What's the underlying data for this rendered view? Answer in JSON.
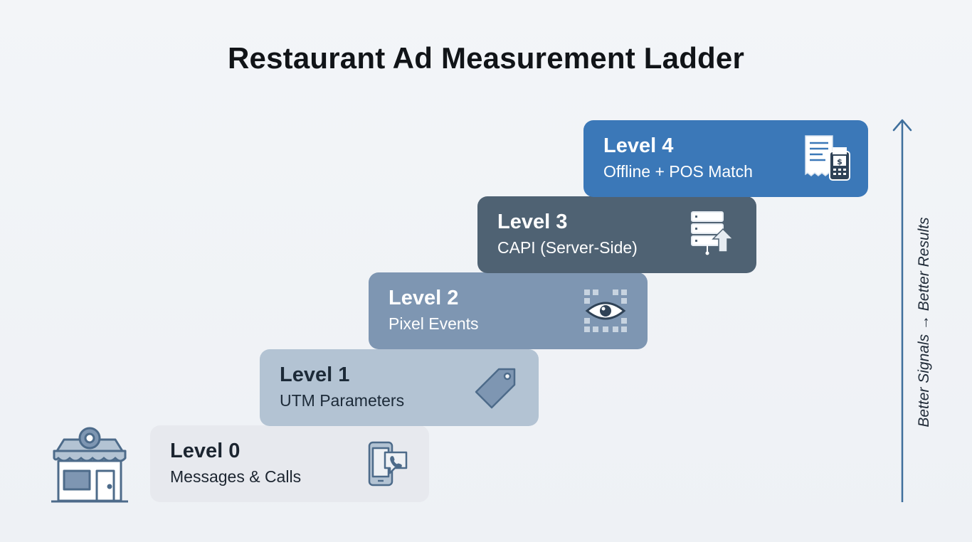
{
  "title": "Restaurant Ad Measurement Ladder",
  "levels": [
    {
      "label": "Level 0",
      "desc": "Messages & Calls",
      "icon": "phone-message-icon"
    },
    {
      "label": "Level 1",
      "desc": "UTM Parameters",
      "icon": "tag-icon"
    },
    {
      "label": "Level 2",
      "desc": "Pixel Events",
      "icon": "eye-scan-icon"
    },
    {
      "label": "Level 3",
      "desc": "CAPI (Server-Side)",
      "icon": "server-upload-icon"
    },
    {
      "label": "Level 4",
      "desc": "Offline + POS Match",
      "icon": "receipt-pos-icon"
    }
  ],
  "axis": {
    "label": "Better Signals → Better Results",
    "icon": "up-arrow-icon"
  },
  "base_icon": "storefront-icon",
  "colors": {
    "level0": "#e7e9ee",
    "level1": "#b3c3d3",
    "level2": "#7e96b2",
    "level3": "#4f6273",
    "level4": "#3b78b8",
    "icon_stroke": "#4d6b8a"
  }
}
